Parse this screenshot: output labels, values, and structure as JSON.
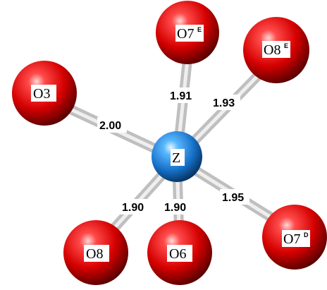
{
  "center": {
    "label": "Z",
    "color": "#1a7fd6"
  },
  "ligand_color": "#d40000",
  "bond_color": "#c8c8c8",
  "atoms": [
    {
      "id": "O7E",
      "label": "O7",
      "sup": "E"
    },
    {
      "id": "O8E",
      "label": "O8",
      "sup": "E"
    },
    {
      "id": "O3",
      "label": "O3",
      "sup": ""
    },
    {
      "id": "O8",
      "label": "O8",
      "sup": ""
    },
    {
      "id": "O6",
      "label": "O6",
      "sup": ""
    },
    {
      "id": "O7D",
      "label": "O7",
      "sup": "D"
    }
  ],
  "bonds": [
    {
      "to": "O7E",
      "length": "1.91"
    },
    {
      "to": "O8E",
      "length": "1.93"
    },
    {
      "to": "O3",
      "length": "2.00"
    },
    {
      "to": "O8",
      "length": "1.90"
    },
    {
      "to": "O6",
      "length": "1.90"
    },
    {
      "to": "O7D",
      "length": "1.95"
    }
  ]
}
